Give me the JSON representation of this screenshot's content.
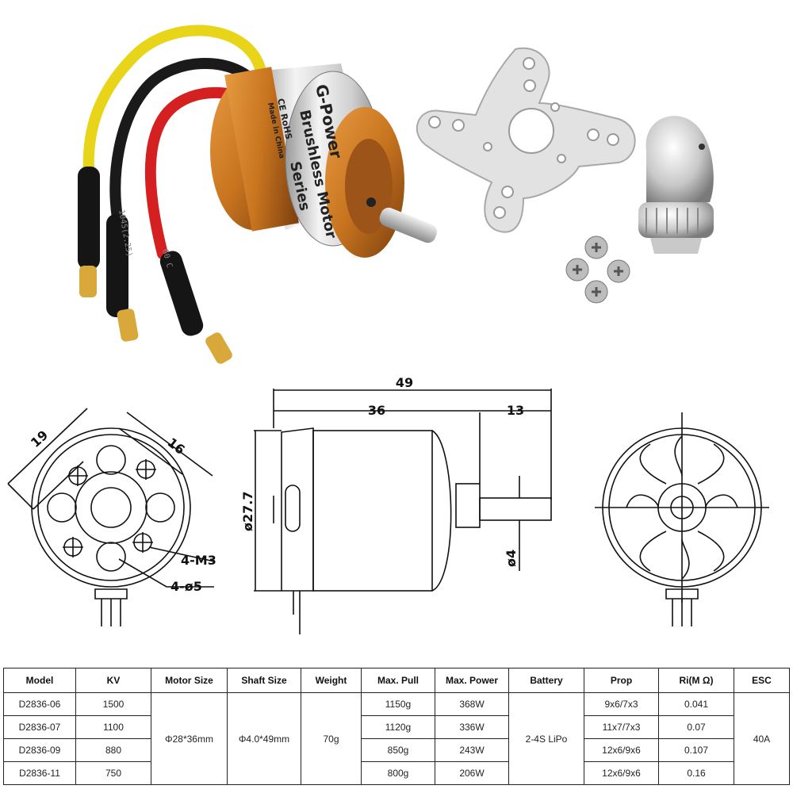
{
  "motor": {
    "label_brand": "G-Power",
    "label_line1": "Brushless Motor",
    "label_line2": "Series",
    "label_marks": "CE RoHS",
    "label_origin": "Made in China",
    "wire_print_black": "1045(2.25)",
    "wire_print_red": "60 C"
  },
  "drawing": {
    "overall_length": "49",
    "body_length": "36",
    "shaft_length": "13",
    "body_diameter": "ø27.7",
    "shaft_diameter": "ø4",
    "hole_spacing_a": "19",
    "hole_spacing_b": "16",
    "screw_callout": "4-M3",
    "hole_callout": "4-ø5"
  },
  "colors": {
    "copper": "#c8741f",
    "silver": "#dcdcdc",
    "wire_yellow": "#e8d51a",
    "wire_black": "#1a1a1a",
    "wire_red": "#d42020",
    "gold": "#d9a83a"
  },
  "specs": {
    "headers": [
      "Model",
      "KV",
      "Motor Size",
      "Shaft Size",
      "Weight",
      "Max. Pull",
      "Max. Power",
      "Battery",
      "Prop",
      "Ri(M Ω)",
      "ESC"
    ],
    "motor_size": "Φ28*36mm",
    "shaft_size": "Φ4.0*49mm",
    "weight": "70g",
    "battery": "2-4S LiPo",
    "esc": "40A",
    "rows": [
      {
        "model": "D2836-06",
        "kv": "1500",
        "pull": "1150g",
        "power": "368W",
        "prop": "9x6/7x3",
        "ri": "0.041"
      },
      {
        "model": "D2836-07",
        "kv": "1100",
        "pull": "1120g",
        "power": "336W",
        "prop": "11x7/7x3",
        "ri": "0.07"
      },
      {
        "model": "D2836-09",
        "kv": "880",
        "pull": "850g",
        "power": "243W",
        "prop": "12x6/9x6",
        "ri": "0.107"
      },
      {
        "model": "D2836-11",
        "kv": "750",
        "pull": "800g",
        "power": "206W",
        "prop": "12x6/9x6",
        "ri": "0.16"
      }
    ]
  }
}
